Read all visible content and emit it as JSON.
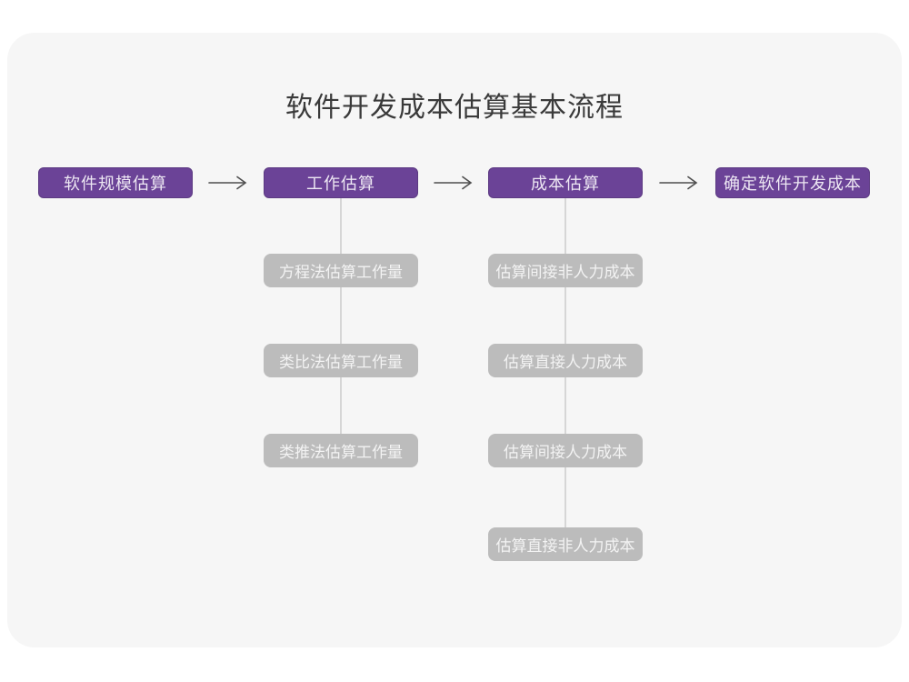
{
  "title": "软件开发成本估算基本流程",
  "colors": {
    "accent": "#6B4397",
    "stage_text": "#EDE7F3",
    "sub_box": "#BCBCBC",
    "sub_text": "#F3F3F3",
    "card_bg": "#F6F6F6",
    "title_color": "#3A3A3A",
    "arrow": "#4F4F4F",
    "connector": "#D6D6D6"
  },
  "flow": {
    "stages": [
      {
        "label": "软件规模估算",
        "children": []
      },
      {
        "label": "工作估算",
        "children": [
          "方程法估算工作量",
          "类比法估算工作量",
          "类推法估算工作量"
        ]
      },
      {
        "label": "成本估算",
        "children": [
          "估算间接非人力成本",
          "估算直接人力成本",
          "估算间接人力成本",
          "估算直接非人力成本"
        ]
      },
      {
        "label": "确定软件开发成本",
        "children": []
      }
    ]
  }
}
